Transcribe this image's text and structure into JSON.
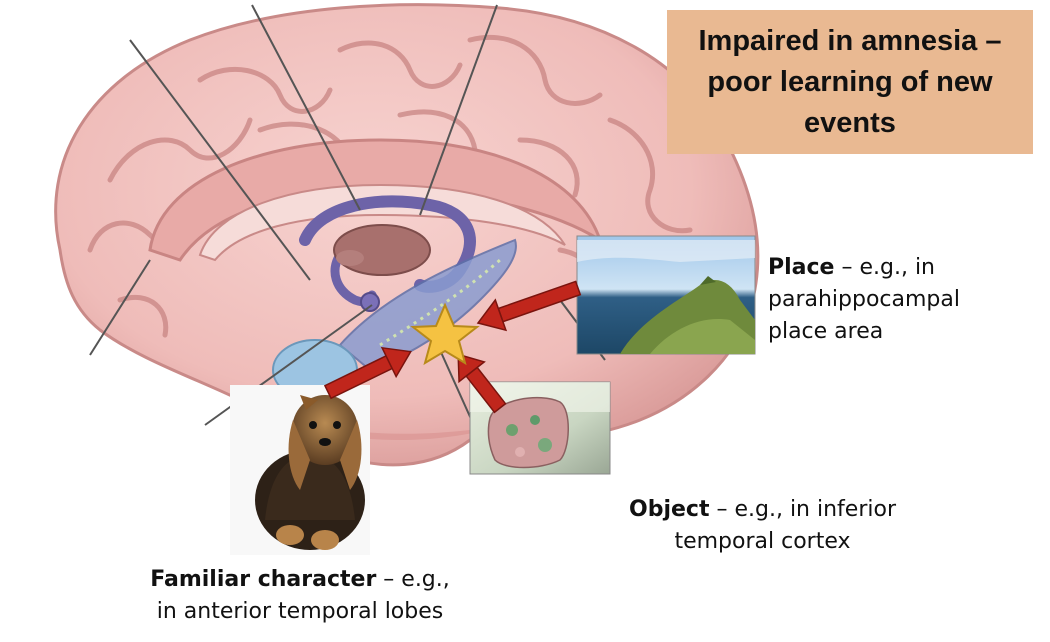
{
  "callout": {
    "lines": [
      "Impaired in amnesia –",
      "poor learning of new",
      "events"
    ],
    "background": "#e9b992"
  },
  "labels": {
    "place": {
      "bold": "Place",
      "rest_line1": " – e.g., in",
      "line2": "parahippocampal",
      "line3": "place area"
    },
    "object": {
      "bold": "Object",
      "rest_line1": " – e.g., in inferior",
      "line2": "temporal cortex"
    },
    "character": {
      "bold": "Familiar character",
      "rest_line1": " – e.g.,",
      "line2": "in anterior temporal lobes"
    }
  },
  "colors": {
    "brain": "#f2c4c1",
    "brain_shadow": "#d99a98",
    "limbic": "#6d63a8",
    "thalamus": "#a8706d",
    "amygdala": "#9cc4e2",
    "arrow": "#c0261c",
    "star": "#f5c242"
  },
  "icons": {
    "place_photo": "coastal-cliff-photo",
    "object_photo": "stone-object-photo",
    "character_photo": "yorkshire-terrier-photo"
  }
}
